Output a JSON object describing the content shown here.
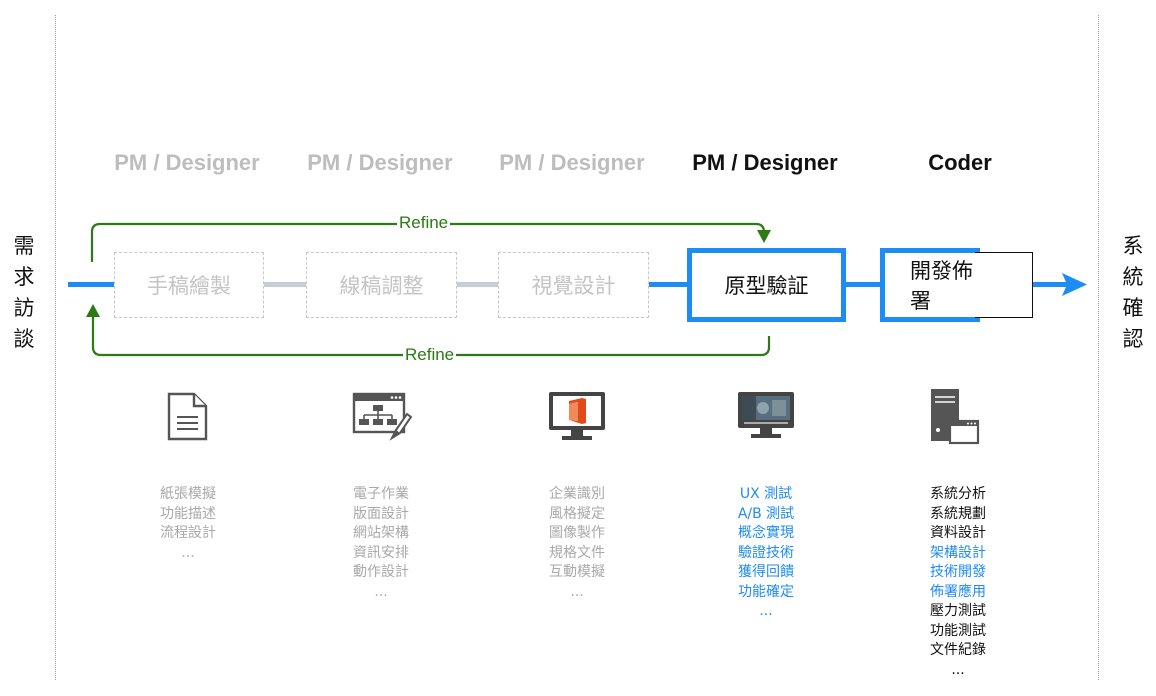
{
  "side_labels": {
    "left": "需求訪談",
    "right": "系統確認"
  },
  "refine_label": "Refine",
  "colors": {
    "accent_blue": "#1e8cf5",
    "refine_green": "#2b7a16",
    "inactive_gray": "#c4c4c4",
    "connector_gray": "#c8ced6"
  },
  "stages": [
    {
      "role": "PM / Designer",
      "name": "手稿繪製",
      "state": "inactive",
      "icon": "document-icon",
      "tasks": [
        {
          "text": "紙張模擬",
          "tone": "gray"
        },
        {
          "text": "功能描述",
          "tone": "gray"
        },
        {
          "text": "流程設計",
          "tone": "gray"
        },
        {
          "text": "...",
          "tone": "gray"
        }
      ]
    },
    {
      "role": "PM / Designer",
      "name": "線稿調整",
      "state": "inactive",
      "icon": "wireframe-sitemap-icon",
      "tasks": [
        {
          "text": "電子作業",
          "tone": "gray"
        },
        {
          "text": "版面設計",
          "tone": "gray"
        },
        {
          "text": "網站架構",
          "tone": "gray"
        },
        {
          "text": "資訊安排",
          "tone": "gray"
        },
        {
          "text": "動作設計",
          "tone": "gray"
        },
        {
          "text": "...",
          "tone": "gray"
        }
      ]
    },
    {
      "role": "PM / Designer",
      "name": "視覺設計",
      "state": "inactive",
      "icon": "office-monitor-icon",
      "tasks": [
        {
          "text": "企業識別",
          "tone": "gray"
        },
        {
          "text": "風格擬定",
          "tone": "gray"
        },
        {
          "text": "圖像製作",
          "tone": "gray"
        },
        {
          "text": "規格文件",
          "tone": "gray"
        },
        {
          "text": "互動模擬",
          "tone": "gray"
        },
        {
          "text": "...",
          "tone": "gray"
        }
      ]
    },
    {
      "role": "PM / Designer",
      "name": "原型驗証",
      "state": "active",
      "icon": "video-monitor-icon",
      "tasks": [
        {
          "text": "UX 測試",
          "tone": "blue"
        },
        {
          "text": "A/B 測試",
          "tone": "blue"
        },
        {
          "text": "概念實現",
          "tone": "blue"
        },
        {
          "text": "驗證技術",
          "tone": "blue"
        },
        {
          "text": "獲得回饋",
          "tone": "blue"
        },
        {
          "text": "功能確定",
          "tone": "blue"
        },
        {
          "text": "...",
          "tone": "blue"
        }
      ]
    },
    {
      "role": "Coder",
      "name": "開發佈署",
      "state": "active",
      "icon": "server-window-icon",
      "tasks": [
        {
          "text": "系統分析",
          "tone": "black"
        },
        {
          "text": "系統規劃",
          "tone": "black"
        },
        {
          "text": "資料設計",
          "tone": "black"
        },
        {
          "text": "架構設計",
          "tone": "blue"
        },
        {
          "text": "技術開發",
          "tone": "blue"
        },
        {
          "text": "佈署應用",
          "tone": "blue"
        },
        {
          "text": "壓力測試",
          "tone": "black"
        },
        {
          "text": "功能測試",
          "tone": "black"
        },
        {
          "text": "文件紀錄",
          "tone": "black"
        },
        {
          "text": "...",
          "tone": "black"
        }
      ]
    }
  ]
}
